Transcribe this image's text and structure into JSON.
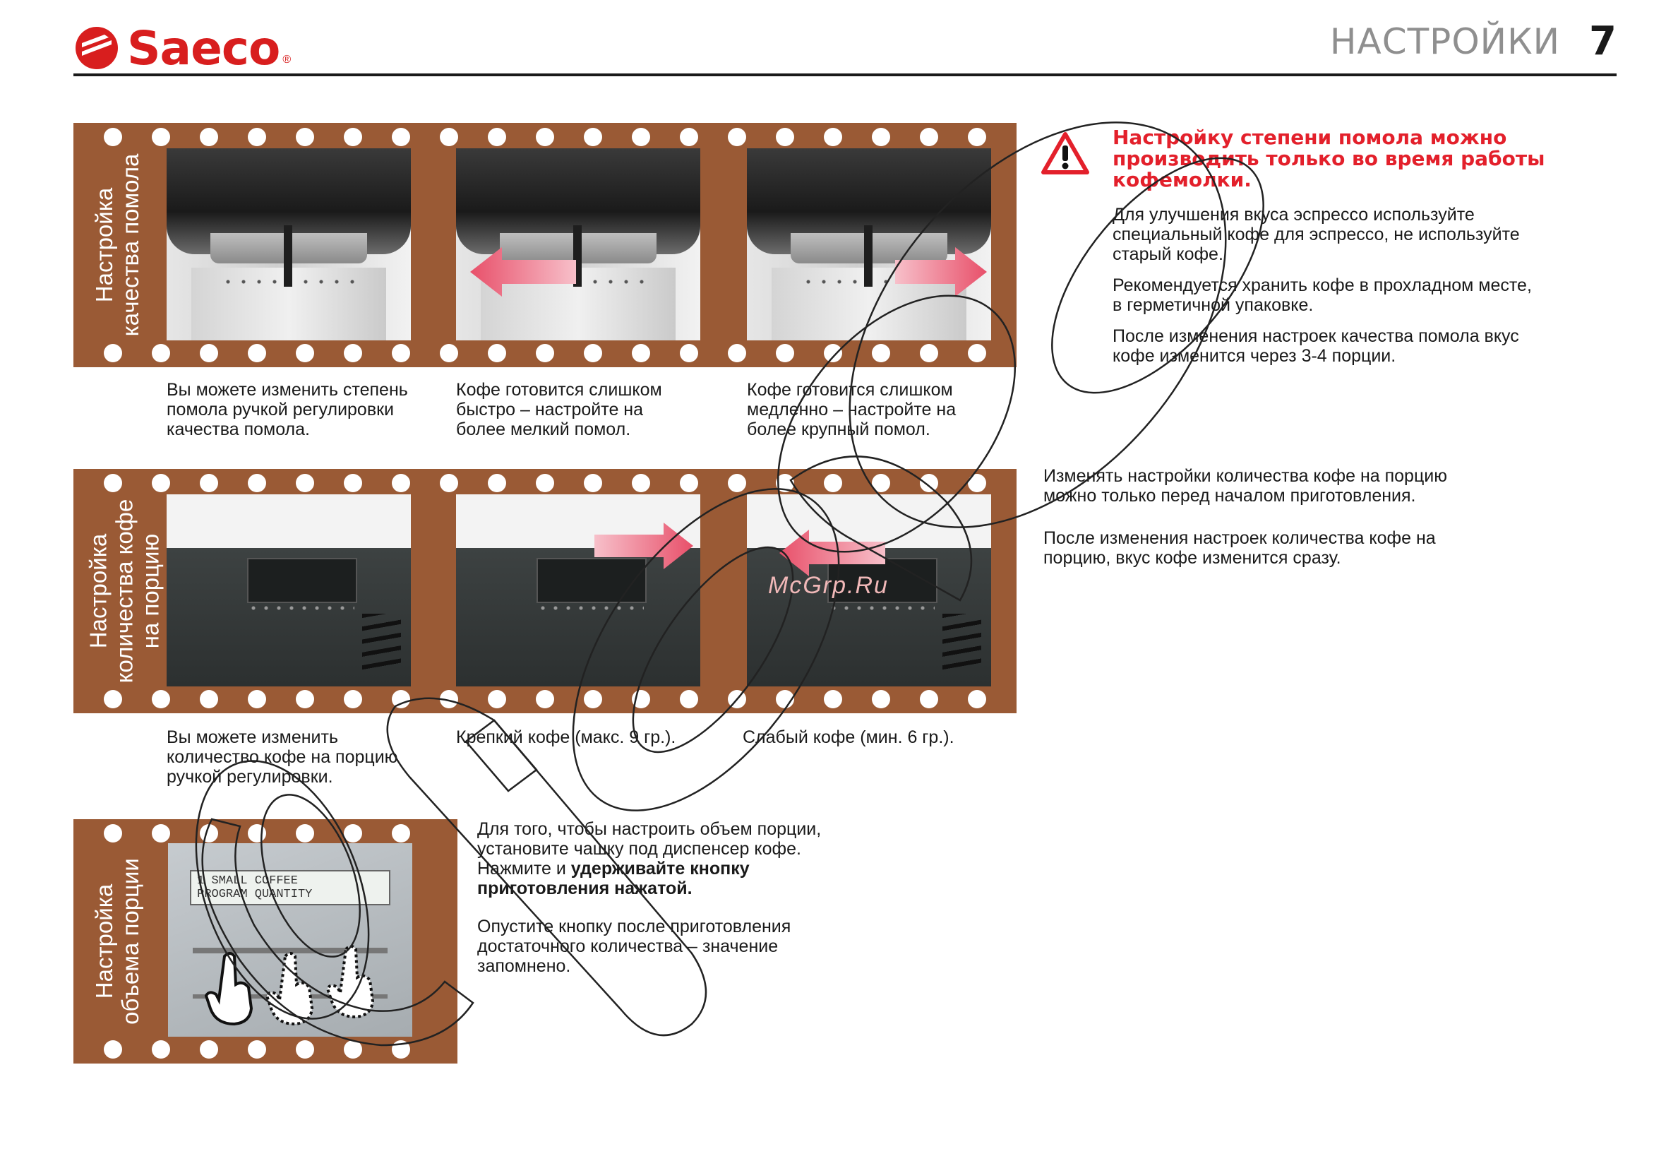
{
  "header": {
    "brand": "Saeco",
    "brand_mark": "®",
    "section_title": "НАСТРОЙКИ",
    "page_number": "7"
  },
  "strip1": {
    "label_line1": "Настройка",
    "label_line2": "качества помола",
    "captions": [
      [
        "Вы можете изменить степень",
        "помола ручкой регулировки",
        "качества помола."
      ],
      [
        "Кофе готовится слишком",
        "быстро – настройте на",
        "более мелкий помол."
      ],
      [
        "Кофе готовится слишком",
        "медленно – настройте на",
        "более крупный помол."
      ]
    ]
  },
  "strip2": {
    "label_line1": "Настройка",
    "label_line2": "количества кофе",
    "label_line3": "на порцию",
    "captions": [
      [
        "Вы можете изменить",
        "количество кофе на порцию",
        "ручкой регулировки."
      ],
      [
        "Крепкий кофе (макс. 9 гр.)."
      ],
      [
        "Слабый кофе (мин. 6 гр.)."
      ]
    ]
  },
  "strip3": {
    "label_line1": "Настройка",
    "label_line2": "объема порции",
    "screen_line1": "1 SMALL COFFEE",
    "screen_line2": "PROGRAM QUANTITY",
    "text1_a": "Для того, чтобы настроить объем порции,",
    "text1_b": "установите чашку под диспенсер кофе.",
    "text1_c": "Нажмите и ",
    "text1_bold1": "удерживайте кнопку",
    "text1_bold2": "приготовления нажатой.",
    "text2_a": "Опустите кнопку после приготовления",
    "text2_b": "достаточного количества – значение",
    "text2_c": "запомнено."
  },
  "warning": {
    "title_line1": "Настройку степени помола можно",
    "title_line2": "производить только во время работы",
    "title_line3": "кофемолки.",
    "paragraphs": [
      [
        "Для улучшения вкуса эспрессо используйте",
        "специальный кофе для эспрессо, не используйте",
        "старый кофе."
      ],
      [
        "Рекомендуется хранить кофе в прохладном месте,",
        "в герметичной упаковке."
      ],
      [
        "После изменения настроек качества помола вкус",
        "кофе изменится через 3-4 порции."
      ]
    ]
  },
  "dose_notes": {
    "paragraphs": [
      [
        "Изменять настройки количества кофе на порцию",
        "можно только перед началом приготовления."
      ],
      [
        "После изменения настроек количества кофе на",
        "порцию, вкус кофе изменится сразу."
      ]
    ]
  },
  "watermark": "McGrp.Ru",
  "colors": {
    "brand_red": "#d81e1e",
    "strip_brown": "#9a5a35",
    "warning_red": "#e3202b",
    "arrow_pink": "#e8506a"
  }
}
